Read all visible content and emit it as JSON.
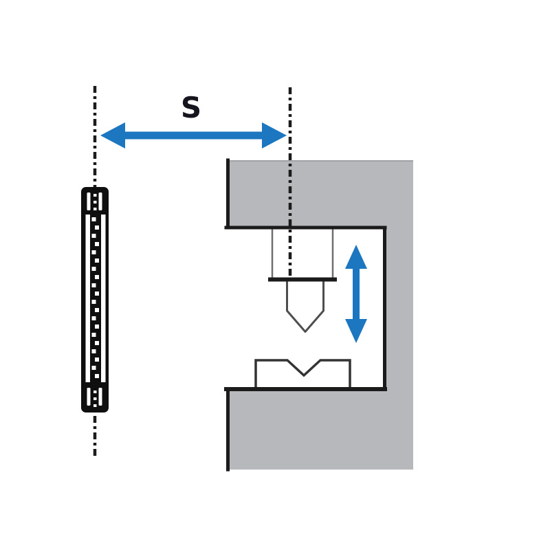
{
  "colors": {
    "background": "#ffffff",
    "frame_gray": "#b6b8bb",
    "outline_black": "#1b1b1b",
    "tool_outline_gray": "#4e4e4e",
    "die_outline": "#333333",
    "holder_outline": "#6e6e6e",
    "device_black": "#0f0f0f",
    "arrow_blue": "#1c76c0",
    "label_dark": "#15151f"
  },
  "labels": {
    "distance": "S"
  },
  "diagram": {
    "type": "press-brake-safety-distance",
    "components": [
      {
        "name": "safety-light-curtain"
      },
      {
        "name": "left-centerline"
      },
      {
        "name": "right-centerline"
      },
      {
        "name": "safety-distance-arrow",
        "label": "S"
      },
      {
        "name": "press-frame"
      },
      {
        "name": "punch-holder"
      },
      {
        "name": "punch-tool"
      },
      {
        "name": "v-die"
      },
      {
        "name": "ram-motion-arrow"
      }
    ]
  }
}
